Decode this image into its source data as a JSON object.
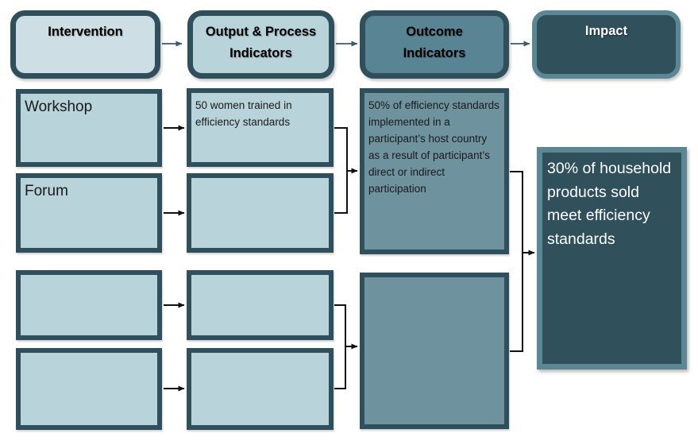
{
  "palette": {
    "dark_teal": "#2e4f5b",
    "medium_teal": "#5b8794",
    "outcome_fill": "#6e929e",
    "outcome_header_fill": "#598494",
    "light_fill": "#b9d3da",
    "lighter_fill": "#cddee4",
    "impact_fill": "#30505c",
    "connector_black": "#111111",
    "connector_slate": "#3d5a66"
  },
  "header": {
    "items": [
      {
        "label": "Intervention"
      },
      {
        "label": "Output & Process Indicators"
      },
      {
        "label": "Outcome Indicators"
      },
      {
        "label": "Impact"
      }
    ]
  },
  "intervention": {
    "rows": [
      "Workshop",
      "Forum",
      "",
      ""
    ]
  },
  "output_process": {
    "rows": [
      "50 women trained in efficiency standards",
      "",
      "",
      ""
    ]
  },
  "outcome": {
    "rows": [
      "50% of efficiency standards implemented in a participant’s host country as a result of participant’s direct or indirect participation",
      ""
    ]
  },
  "impact": {
    "text": "30% of household products sold meet efficiency standards"
  }
}
